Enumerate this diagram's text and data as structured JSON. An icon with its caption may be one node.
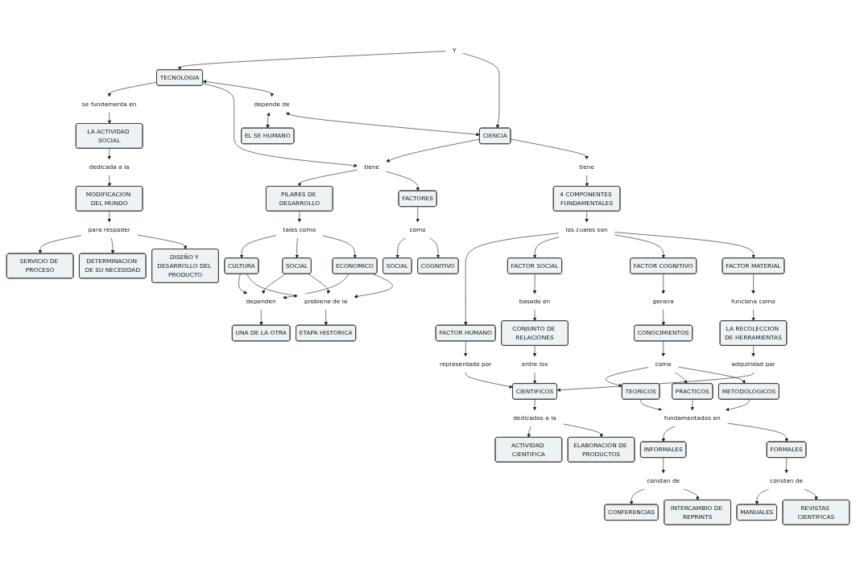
{
  "diagram": {
    "nodes": [
      {
        "text": [
          "SERVICIO DE PROCESO"
        ]
      },
      {
        "text": [
          "DETERMINACION DE SU NECESIDAD"
        ]
      },
      {
        "text": [
          "para respoder"
        ]
      },
      {
        "text": [
          "DISEÑO Y DESARROLLO DEL PRODUCTO"
        ]
      },
      {
        "text": [
          "MODIFICACION DEL MUNDO"
        ]
      },
      {
        "text": [
          "se fundamenta en"
        ]
      },
      {
        "text": [
          "TECNOLOGIA"
        ]
      },
      {
        "text": [
          "dedicada a la"
        ]
      },
      {
        "text": [
          "LA ACTIVIDAD SOCIAL"
        ]
      },
      {
        "text": [
          "EL SE HUMANO"
        ]
      },
      {
        "text": [
          "PILARES DE DESARROLLO"
        ]
      },
      {
        "text": [
          "tiene"
        ]
      },
      {
        "text": [
          "Y"
        ]
      },
      {
        "text": [
          "depende de"
        ]
      },
      {
        "text": [
          "ACTIVIDAD CIENTIFICA"
        ]
      },
      {
        "text": [
          "FACTORES"
        ]
      },
      {
        "text": [
          "CIENCIA"
        ]
      },
      {
        "text": [
          "CIENTIFICOS"
        ]
      },
      {
        "text": [
          "ELABORACION DE PRODUCTOS"
        ]
      },
      {
        "text": [
          "tales como"
        ]
      },
      {
        "text": [
          "como"
        ]
      },
      {
        "text": [
          "SOCIAL"
        ]
      },
      {
        "text": [
          "adquiridad por"
        ]
      },
      {
        "text": [
          "INTERCAMBIO DE REPRINTS"
        ]
      },
      {
        "text": [
          "dedicados a la"
        ]
      },
      {
        "text": [
          "COGNITIVO"
        ]
      },
      {
        "text": [
          "tiene"
        ]
      },
      {
        "text": [
          "representado por"
        ]
      },
      {
        "text": [
          "MANUALES"
        ]
      },
      {
        "text": [
          "CULTURA"
        ]
      },
      {
        "text": [
          "SOCIAL"
        ]
      },
      {
        "text": [
          "ECONOMICO"
        ]
      },
      {
        "text": [
          "4 COMPONENTES FUNDAMENTALES"
        ]
      },
      {
        "text": [
          "entre los"
        ]
      },
      {
        "text": [
          "CONFERENCIAS"
        ]
      },
      {
        "text": [
          "REVISTAS CIENTIFICAS"
        ]
      },
      {
        "text": [
          "constan de"
        ]
      },
      {
        "text": [
          "FACTOR HUMANO"
        ]
      },
      {
        "text": [
          "constan de"
        ]
      },
      {
        "text": [
          "CONJUNTO DE RELACIONES"
        ]
      },
      {
        "text": [
          "dependen"
        ]
      },
      {
        "text": [
          "probiene de la"
        ]
      },
      {
        "text": [
          "los cuales son"
        ]
      },
      {
        "text": [
          "INFORMALES"
        ]
      },
      {
        "text": [
          "FORMALES"
        ]
      },
      {
        "text": [
          "FACTOR SOCIAL"
        ]
      },
      {
        "text": [
          "basado en"
        ]
      },
      {
        "text": [
          "TEORICOS"
        ]
      },
      {
        "text": [
          "UNA DE LA OTRA"
        ]
      },
      {
        "text": [
          "ETAPA HISTORICA"
        ]
      },
      {
        "text": [
          "FACTOR MATERIAL"
        ]
      },
      {
        "text": [
          "FACTOR COGNITIVO"
        ]
      },
      {
        "text": [
          "genera"
        ]
      },
      {
        "text": [
          "como"
        ]
      },
      {
        "text": [
          "PRACTICOS"
        ]
      },
      {
        "text": [
          "fundamentados en"
        ]
      },
      {
        "text": [
          "CONOCIMIENTOS"
        ]
      },
      {
        "text": [
          "funciona como"
        ]
      },
      {
        "text": [
          "METODOLOGICOS"
        ]
      },
      {
        "text": [
          "LA RECOLECCION DE HERRAMIENTAS"
        ]
      }
    ],
    "edges": [
      {
        "from": 4,
        "to": 2,
        "arrow": "to"
      },
      {
        "from": 2,
        "to": 0,
        "arrow": "to"
      },
      {
        "from": 2,
        "to": 1,
        "arrow": "to"
      },
      {
        "from": 2,
        "to": 3,
        "arrow": "to"
      },
      {
        "from": 6,
        "to": 5,
        "arrow": "to"
      },
      {
        "from": 5,
        "to": 8,
        "arrow": "to"
      },
      {
        "from": 8,
        "to": 7,
        "arrow": "to"
      },
      {
        "from": 7,
        "to": 4,
        "arrow": "to"
      },
      {
        "from": 6,
        "to": 11,
        "arrow": "to"
      },
      {
        "from": 16,
        "to": 11,
        "arrow": "to"
      },
      {
        "from": 11,
        "to": 10,
        "arrow": "to"
      },
      {
        "from": 11,
        "to": 15,
        "arrow": "to"
      },
      {
        "from": 12,
        "to": 6,
        "arrow": "to"
      },
      {
        "from": 12,
        "to": 16,
        "arrow": "to"
      },
      {
        "from": 6,
        "to": 13,
        "arrow": "both"
      },
      {
        "from": 13,
        "to": 9,
        "arrow": "both"
      },
      {
        "from": 13,
        "to": 16,
        "arrow": "both"
      },
      {
        "from": 10,
        "to": 19,
        "arrow": "to"
      },
      {
        "from": 19,
        "to": 29,
        "arrow": "to"
      },
      {
        "from": 19,
        "to": 30,
        "arrow": "to"
      },
      {
        "from": 19,
        "to": 31,
        "arrow": "to"
      },
      {
        "from": 15,
        "to": 20,
        "arrow": "to"
      },
      {
        "from": 20,
        "to": 21,
        "arrow": "to"
      },
      {
        "from": 20,
        "to": 25,
        "arrow": "to"
      },
      {
        "from": 16,
        "to": 26,
        "arrow": "to"
      },
      {
        "from": 26,
        "to": 32,
        "arrow": "to"
      },
      {
        "from": 32,
        "to": 42,
        "arrow": "to"
      },
      {
        "from": 42,
        "to": 37,
        "arrow": "to"
      },
      {
        "from": 42,
        "to": 45,
        "arrow": "to"
      },
      {
        "from": 42,
        "to": 51,
        "arrow": "to"
      },
      {
        "from": 42,
        "to": 50,
        "arrow": "to"
      },
      {
        "from": 37,
        "to": 27,
        "arrow": "to"
      },
      {
        "from": 27,
        "to": 17,
        "arrow": "to"
      },
      {
        "from": 45,
        "to": 46,
        "arrow": "to"
      },
      {
        "from": 46,
        "to": 39,
        "arrow": "to"
      },
      {
        "from": 39,
        "to": 33,
        "arrow": "to"
      },
      {
        "from": 33,
        "to": 17,
        "arrow": "to"
      },
      {
        "from": 17,
        "to": 24,
        "arrow": "to"
      },
      {
        "from": 24,
        "to": 14,
        "arrow": "to"
      },
      {
        "from": 24,
        "to": 18,
        "arrow": "to"
      },
      {
        "from": 51,
        "to": 52,
        "arrow": "to"
      },
      {
        "from": 52,
        "to": 56,
        "arrow": "to"
      },
      {
        "from": 56,
        "to": 53,
        "arrow": "to"
      },
      {
        "from": 53,
        "to": 47,
        "arrow": "to"
      },
      {
        "from": 53,
        "to": 54,
        "arrow": "to"
      },
      {
        "from": 53,
        "to": 58,
        "arrow": "to"
      },
      {
        "from": 47,
        "to": 55,
        "arrow": "to"
      },
      {
        "from": 54,
        "to": 55,
        "arrow": "to"
      },
      {
        "from": 58,
        "to": 55,
        "arrow": "to"
      },
      {
        "from": 55,
        "to": 43,
        "arrow": "to"
      },
      {
        "from": 55,
        "to": 44,
        "arrow": "to"
      },
      {
        "from": 43,
        "to": 38,
        "arrow": "to"
      },
      {
        "from": 38,
        "to": 34,
        "arrow": "to"
      },
      {
        "from": 38,
        "to": 23,
        "arrow": "to"
      },
      {
        "from": 44,
        "to": 36,
        "arrow": "to"
      },
      {
        "from": 36,
        "to": 28,
        "arrow": "to"
      },
      {
        "from": 36,
        "to": 35,
        "arrow": "to"
      },
      {
        "from": 50,
        "to": 57,
        "arrow": "to"
      },
      {
        "from": 57,
        "to": 59,
        "arrow": "to"
      },
      {
        "from": 59,
        "to": 22,
        "arrow": "to"
      },
      {
        "from": 22,
        "to": 17,
        "arrow": "to"
      },
      {
        "from": 29,
        "to": 40,
        "arrow": "to"
      },
      {
        "from": 29,
        "to": 41,
        "arrow": "to"
      },
      {
        "from": 30,
        "to": 40,
        "arrow": "to"
      },
      {
        "from": 30,
        "to": 41,
        "arrow": "to"
      },
      {
        "from": 31,
        "to": 40,
        "arrow": "to"
      },
      {
        "from": 31,
        "to": 41,
        "arrow": "to"
      },
      {
        "from": 40,
        "to": 48,
        "arrow": "to"
      },
      {
        "from": 41,
        "to": 49,
        "arrow": "to"
      }
    ]
  }
}
